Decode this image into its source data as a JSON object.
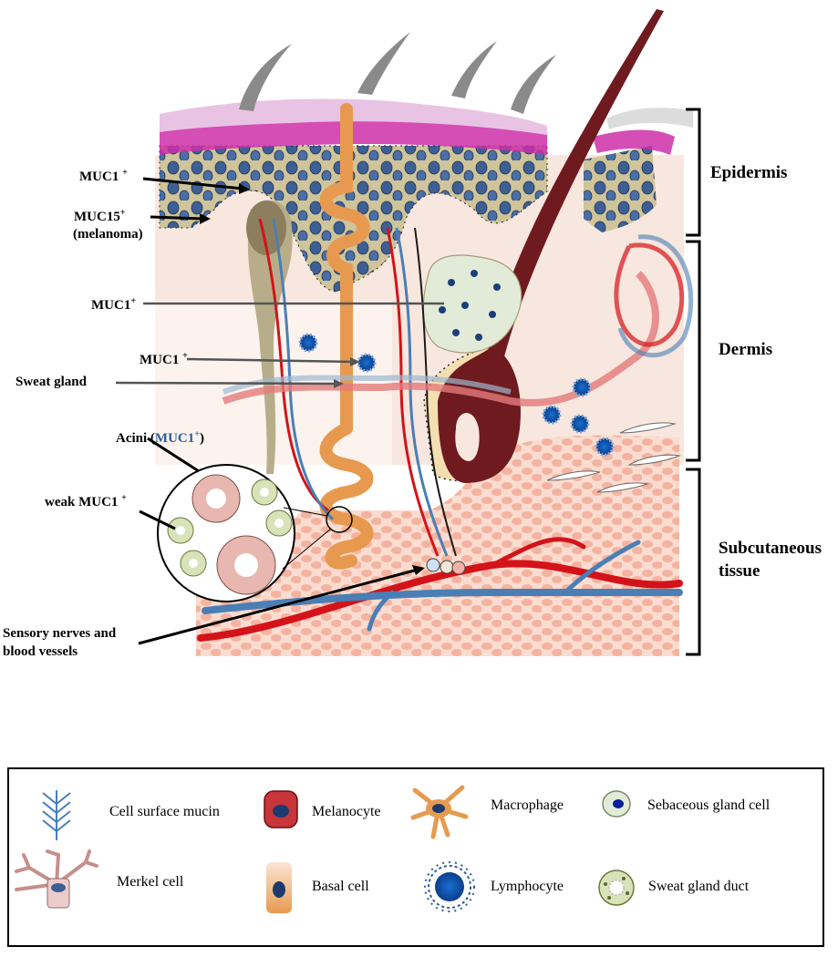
{
  "labels": {
    "muc1_top": "MUC1",
    "muc1_top_sup": "+",
    "muc15": "MUC15",
    "muc15_sup": "+",
    "melanoma": "(melanoma)",
    "muc1_mid": "MUC1",
    "muc1_mid_sup": "+",
    "muc1_low": "MUC1",
    "muc1_low_sup": "+",
    "sweat_gland": "Sweat gland",
    "acini_prefix": "Acini (",
    "acini_muc": "MUC1",
    "acini_sup": "+",
    "acini_suffix": ")",
    "weak_muc1": "weak MUC1",
    "weak_muc1_sup": "+",
    "sensory_line1": "Sensory nerves and",
    "sensory_line2": "blood vessels"
  },
  "layers": {
    "epidermis": "Epidermis",
    "dermis": "Dermis",
    "subcutaneous_line1": "Subcutaneous",
    "subcutaneous_line2": "tissue"
  },
  "legend": {
    "cell_surface_mucin": "Cell surface mucin",
    "melanocyte": "Melanocyte",
    "macrophage": "Macrophage",
    "sebaceous_gland_cell": "Sebaceous gland cell",
    "merkel_cell": "Merkel cell",
    "basal_cell": "Basal cell",
    "lymphocyte": "Lymphocyte",
    "sweat_gland_duct": "Sweat gland duct"
  },
  "colors": {
    "stratum_corneum": "#c41e9a",
    "keratinocyte": "#c8c09a",
    "nucleus": "#3a5a8c",
    "dermis_bg": "#f7e6dc",
    "fat": "#f5b9a8",
    "artery": "#d4121a",
    "vein": "#4a7fb5",
    "hair": "#6e1a1e",
    "sweat_duct": "#e8a35c"
  }
}
